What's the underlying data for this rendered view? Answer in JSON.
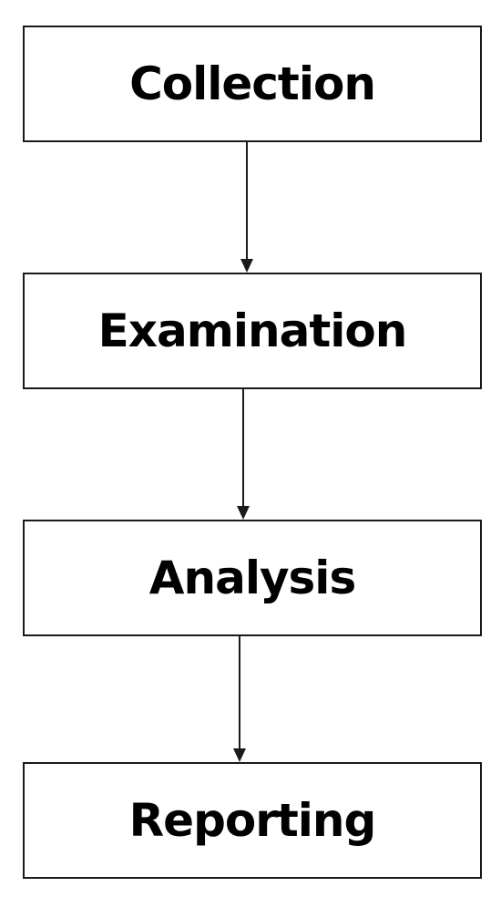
{
  "diagram": {
    "stages": [
      {
        "label": "Collection"
      },
      {
        "label": "Examination"
      },
      {
        "label": "Analysis"
      },
      {
        "label": "Reporting"
      }
    ],
    "colors": {
      "stroke": "#1a1a1a",
      "text": "#000000",
      "background": "#ffffff"
    }
  }
}
